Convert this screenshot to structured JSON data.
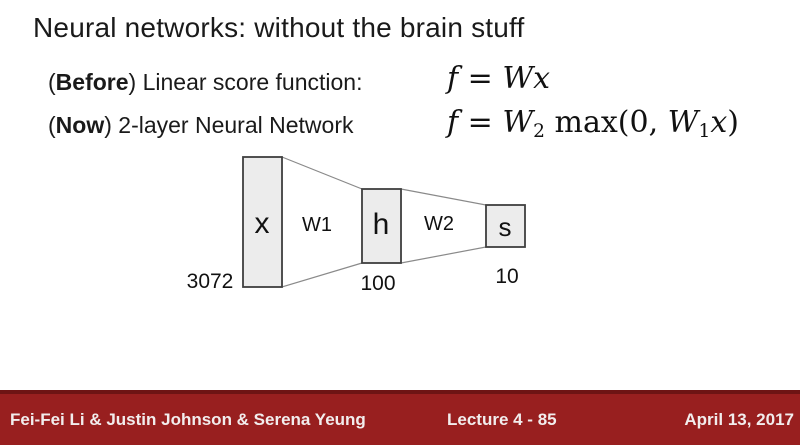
{
  "slide": {
    "title": "Neural networks: without the brain stuff",
    "before_line": {
      "open_paren": "(",
      "bold": "Before",
      "rest": ") Linear score function:"
    },
    "now_line": {
      "open_paren": "(",
      "bold": "Now",
      "rest": ") 2-layer Neural Network"
    },
    "formula_before": {
      "f": "f",
      "eq": " = ",
      "Wx": "Wx"
    },
    "formula_now": {
      "f": "f",
      "eq": " = ",
      "W2_base": "W",
      "W2_sub": "2",
      "max_open": " max(0, ",
      "W1_base": "W",
      "W1_sub": "1",
      "x": "x",
      "close_paren": ")"
    }
  },
  "diagram": {
    "input_label": "x",
    "w1_label": "W1",
    "hidden_label": "h",
    "w2_label": "W2",
    "score_label": "s",
    "input_dim": "3072",
    "hidden_dim": "100",
    "score_dim": "10",
    "box_fill": "#ececec",
    "box_border": "#3f3f3f",
    "trapezoid_border": "#8a8a8a"
  },
  "footer": {
    "authors": "Fei-Fei Li & Justin Johnson & Serena Yeung",
    "lecture": "Lecture 4 - 85",
    "date": "April 13, 2017",
    "bar_color": "#981f1f",
    "bar_top_color": "#6e1414",
    "text_color": "#f2eded"
  }
}
